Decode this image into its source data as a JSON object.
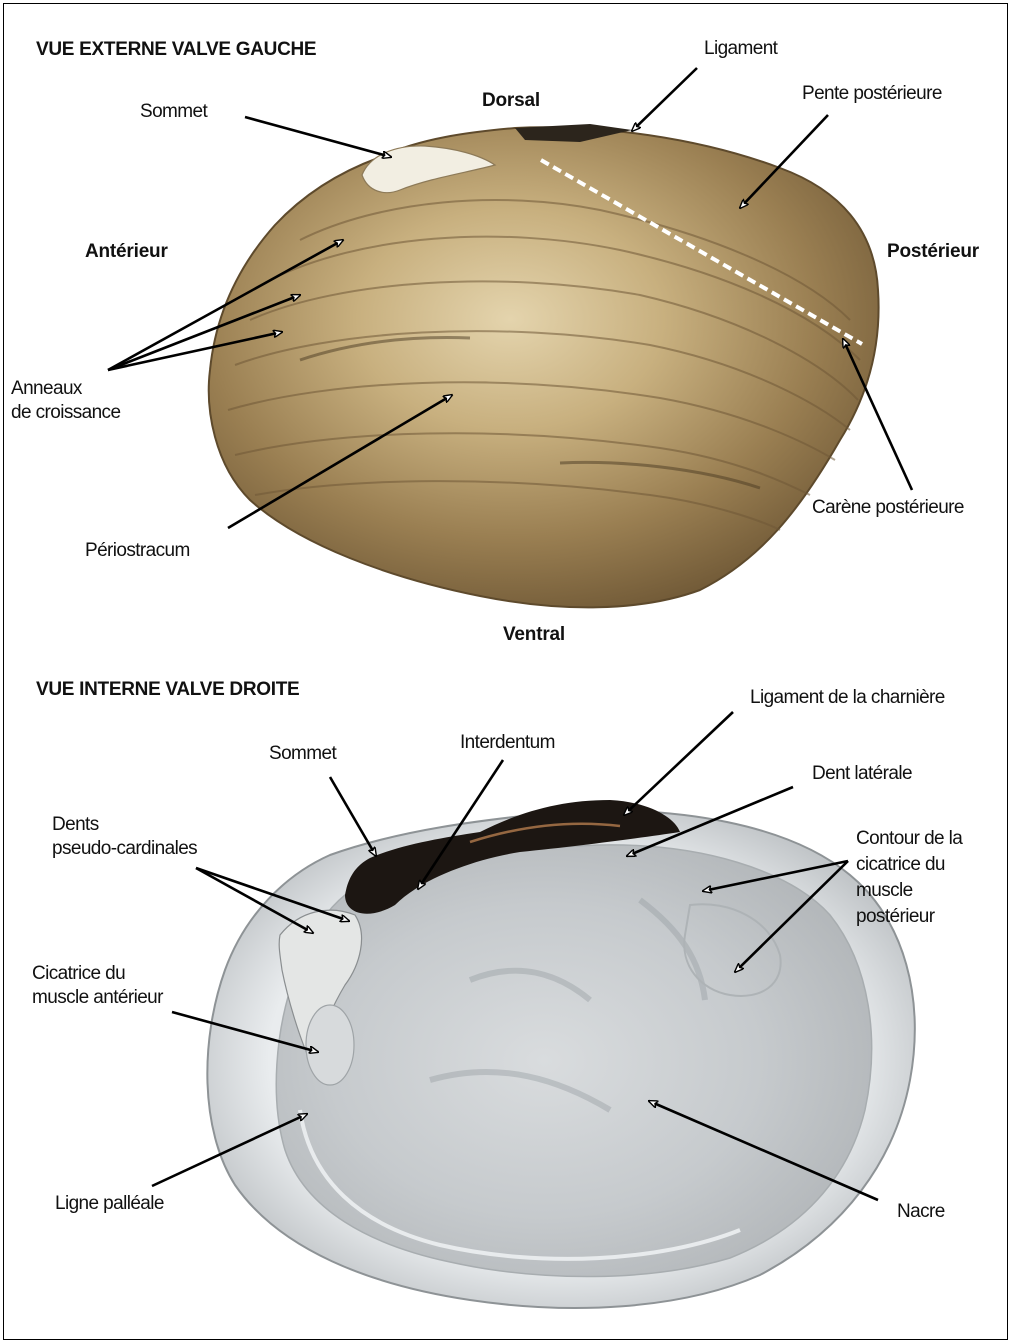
{
  "external": {
    "heading": "VUE EXTERNE VALVE GAUCHE",
    "orientation": {
      "dorsal": "Dorsal",
      "ventral": "Ventral",
      "anterior": "Antérieur",
      "posterior": "Postérieur"
    },
    "labels": {
      "ligament": "Ligament",
      "sommet": "Sommet",
      "pente": "Pente postérieure",
      "anneaux_line1": "Anneaux",
      "anneaux_line2": "de croissance",
      "periostracum": "Périostracum",
      "carene": "Carène postérieure"
    }
  },
  "internal": {
    "heading": "VUE INTERNE VALVE DROITE",
    "labels": {
      "ligament_charniere": "Ligament de la charnière",
      "sommet": "Sommet",
      "interdentum": "Interdentum",
      "dent_laterale": "Dent latérale",
      "dents_line1": "Dents",
      "dents_line2": "pseudo-cardinales",
      "contour_line1": "Contour de la",
      "contour_line2": "cicatrice du",
      "contour_line3": "muscle",
      "contour_line4": "postérieur",
      "cicatrice_line1": "Cicatrice du",
      "cicatrice_line2": "muscle antérieur",
      "ligne": "Ligne palléale",
      "nacre": "Nacre"
    }
  },
  "colors": {
    "shell_outer": "#8a7046",
    "shell_light": "#d7c49a",
    "nacre": "#cfd3d6",
    "hinge_dark": "#1a1410"
  }
}
